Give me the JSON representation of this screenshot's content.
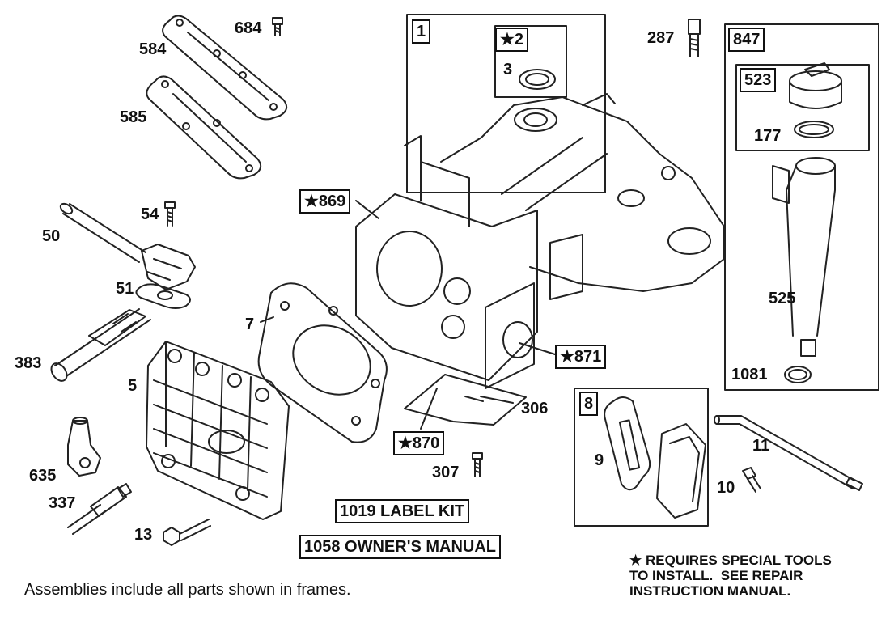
{
  "parts": {
    "p684": "684",
    "p584": "584",
    "p585": "585",
    "p54": "54",
    "p50": "50",
    "p51": "51",
    "p383": "383",
    "p5": "5",
    "p635": "635",
    "p337": "337",
    "p13": "13",
    "p7": "7",
    "p306": "306",
    "p307": "307",
    "p287": "287",
    "p177": "177",
    "p525": "525",
    "p1081": "1081",
    "p9": "9",
    "p11": "11",
    "p10": "10",
    "p3": "3"
  },
  "frames": {
    "frame1": "1",
    "frame2": "★2",
    "frame847": "847",
    "frame523": "523",
    "frame8": "8"
  },
  "special": {
    "s869": "★869",
    "s871": "★871",
    "s870": "★870"
  },
  "kits": {
    "label_kit": "1019 LABEL KIT",
    "owners_manual": "1058 OWNER'S MANUAL"
  },
  "notes": {
    "special_tools": "★ REQUIRES SPECIAL TOOLS\nTO INSTALL.  SEE REPAIR\nINSTRUCTION MANUAL.",
    "assemblies": "Assemblies include all parts shown in frames."
  }
}
